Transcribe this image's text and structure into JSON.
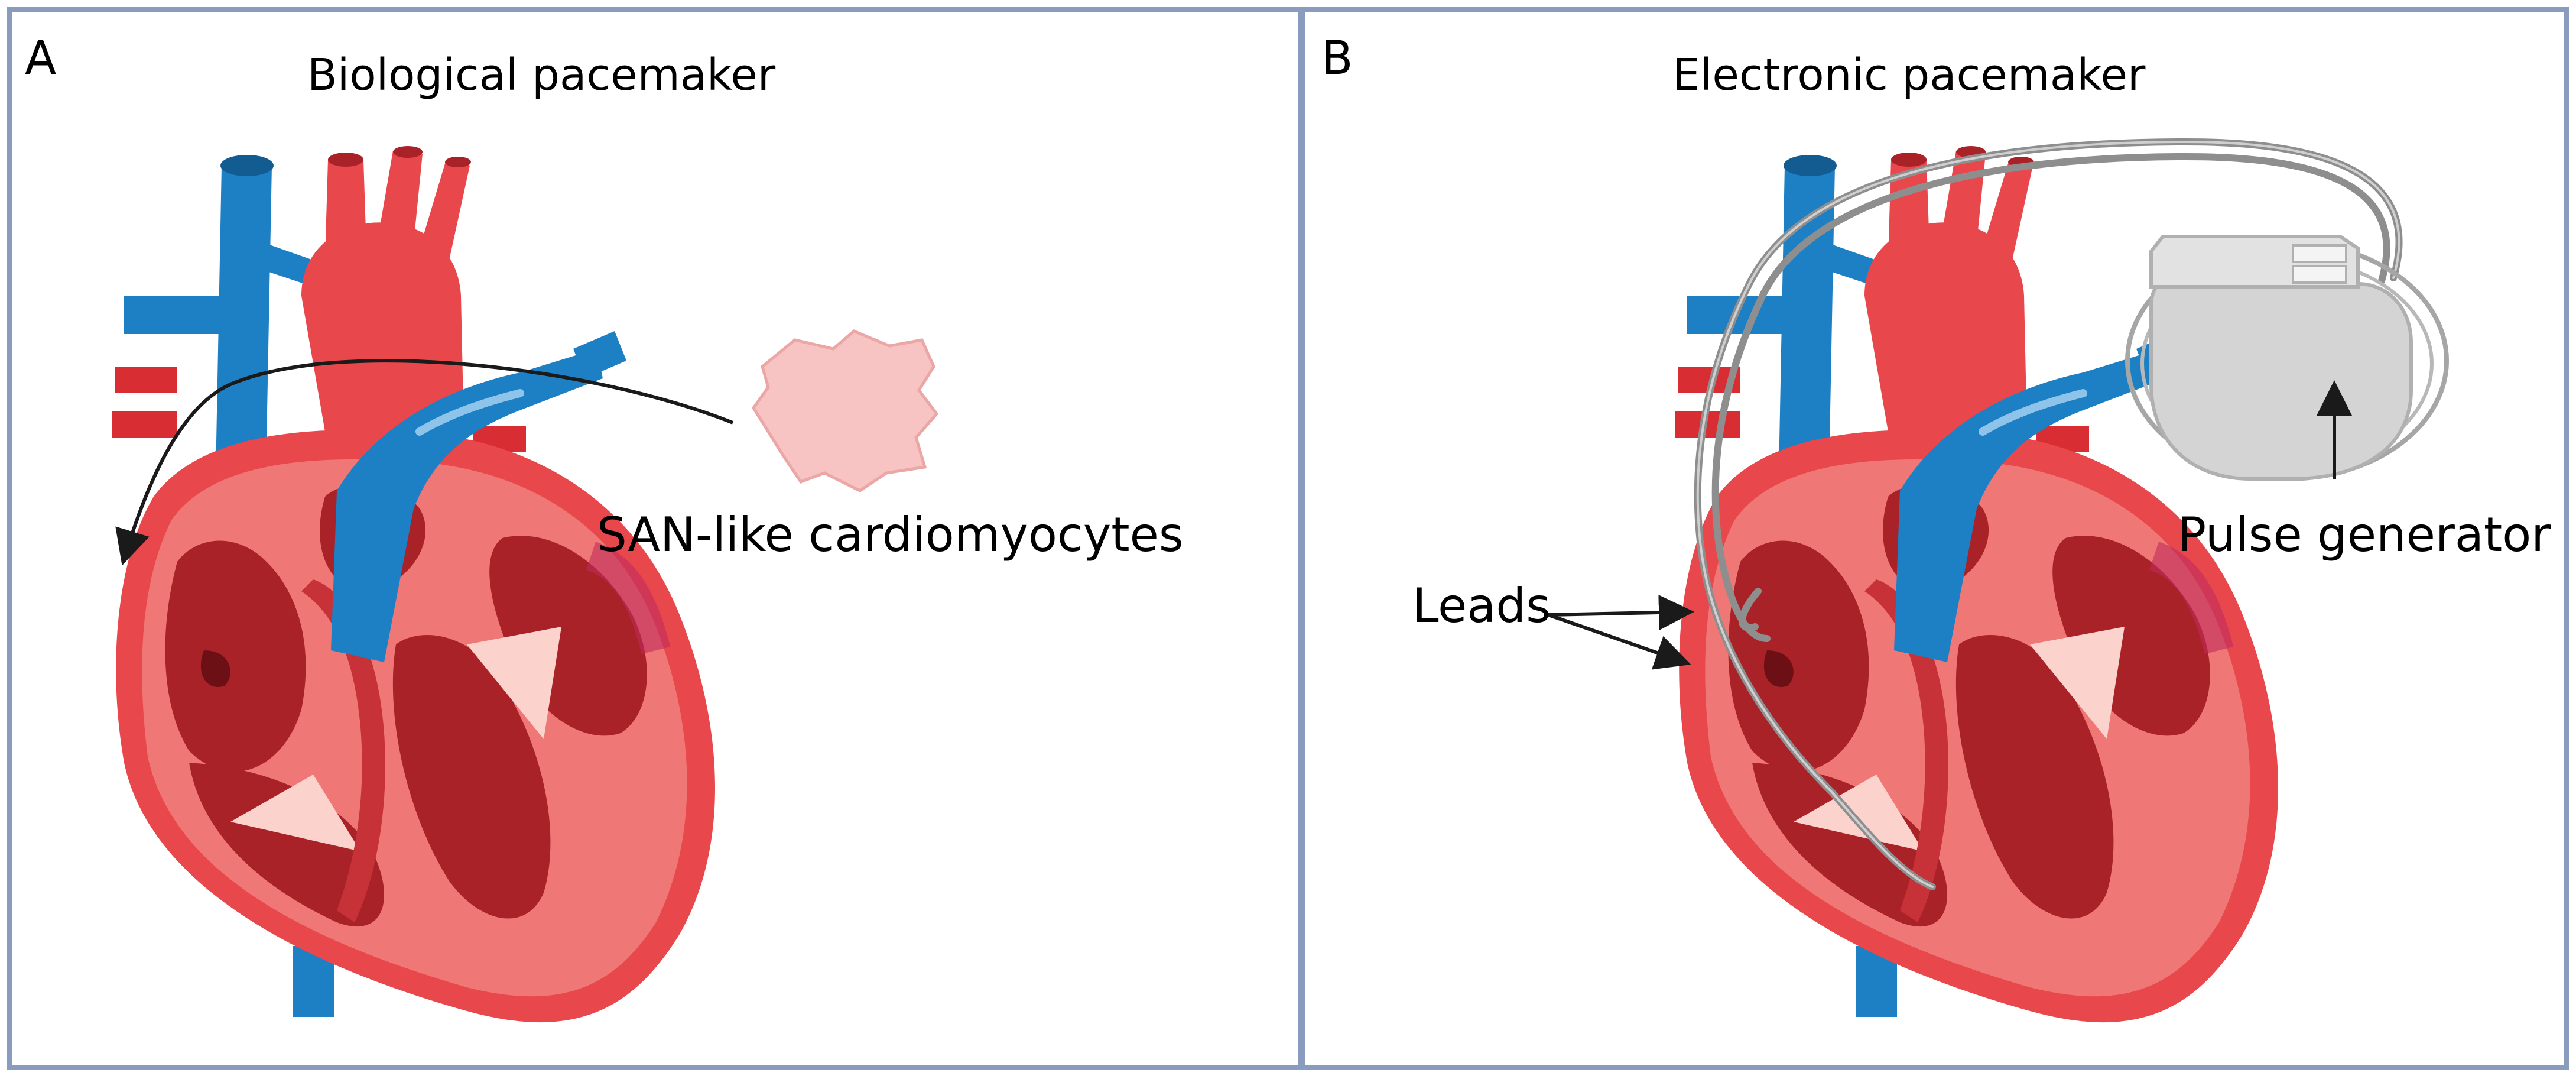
{
  "panel_a": {
    "letter": "A",
    "title": "Biological pacemaker",
    "cell_label": "SAN-like cardiomyocytes"
  },
  "panel_b": {
    "letter": "B",
    "title": "Electronic pacemaker",
    "leads_label": "Leads",
    "generator_label": "Pulse generator"
  },
  "colors": {
    "panel_bg": "#f2f5fa",
    "panel_border": "#8a9cbd",
    "heart_red": "#e8484c",
    "heart_dark": "#a82228",
    "heart_pink": "#f4a09a",
    "vessel_blue": "#1d7fc4",
    "cell_pink": "#f7c3c3",
    "device_gray": "#d4d4d4",
    "lead_gray": "#8e8e8e"
  }
}
